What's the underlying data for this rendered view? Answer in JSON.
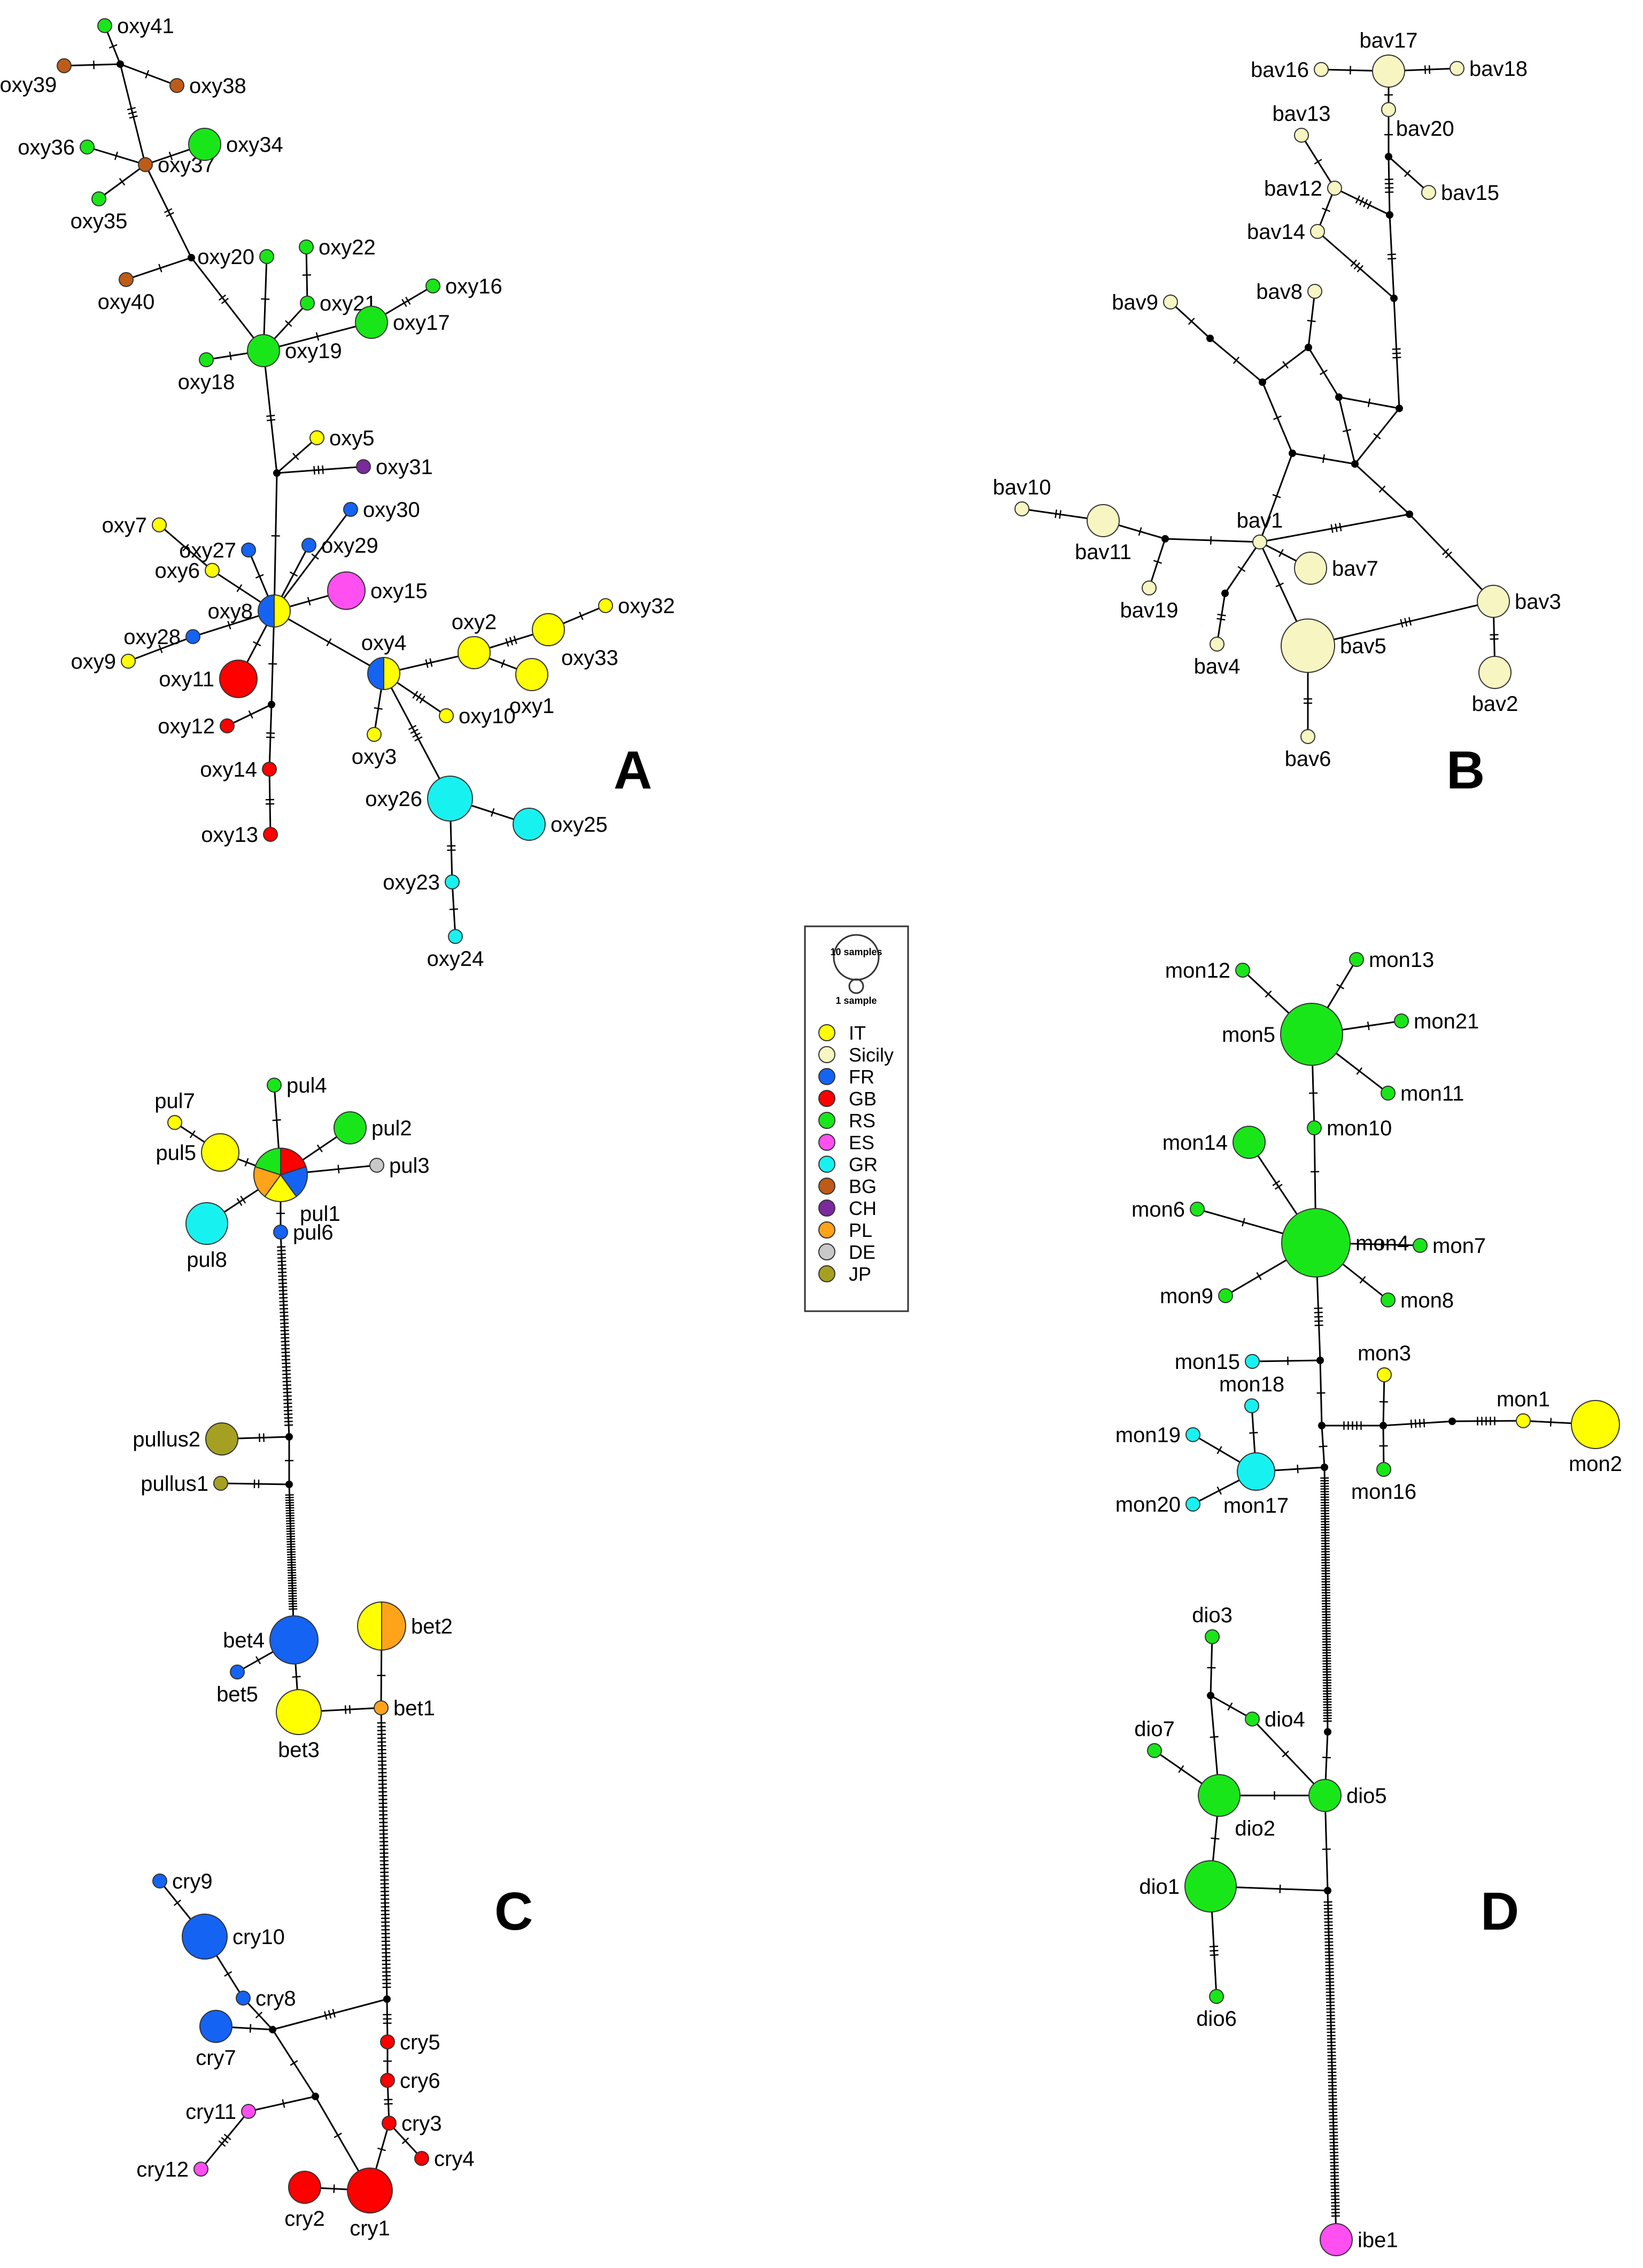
{
  "colors": {
    "IT": "#ffff00",
    "Sicily": "#f7f6c2",
    "FR": "#1463f3",
    "GB": "#ff0000",
    "RS": "#19e619",
    "ES": "#ff4ff0",
    "GR": "#17f2f0",
    "BG": "#be5b18",
    "CH": "#7a2a9c",
    "PL": "#ffa31a",
    "DE": "#c8c8c8",
    "JP": "#a6a022",
    "median": "#000000"
  },
  "legend": {
    "size_big": "10 samples",
    "size_small": "1 sample",
    "entries": [
      {
        "key": "IT",
        "label": "IT"
      },
      {
        "key": "Sicily",
        "label": "Sicily"
      },
      {
        "key": "FR",
        "label": "FR"
      },
      {
        "key": "GB",
        "label": "GB"
      },
      {
        "key": "RS",
        "label": "RS"
      },
      {
        "key": "ES",
        "label": "ES"
      },
      {
        "key": "GR",
        "label": "GR"
      },
      {
        "key": "BG",
        "label": "BG"
      },
      {
        "key": "CH",
        "label": "CH"
      },
      {
        "key": "PL",
        "label": "PL"
      },
      {
        "key": "DE",
        "label": "DE"
      },
      {
        "key": "JP",
        "label": "JP"
      }
    ]
  },
  "panels": [
    {
      "letter": "A",
      "nodes": [
        {
          "id": "oxy41",
          "label": "oxy41",
          "n": 1,
          "colors": [
            "RS"
          ]
        },
        {
          "id": "oxy39",
          "label": "oxy39",
          "n": 1,
          "colors": [
            "BG"
          ]
        },
        {
          "id": "oxy38",
          "label": "oxy38",
          "n": 1,
          "colors": [
            "BG"
          ]
        },
        {
          "id": "oxy36",
          "label": "oxy36",
          "n": 1,
          "colors": [
            "RS"
          ]
        },
        {
          "id": "oxy37",
          "label": "oxy37",
          "n": 1,
          "colors": [
            "BG"
          ]
        },
        {
          "id": "oxy34",
          "label": "oxy34",
          "n": 2,
          "colors": [
            "RS"
          ]
        },
        {
          "id": "oxy35",
          "label": "oxy35",
          "n": 1,
          "colors": [
            "RS"
          ]
        },
        {
          "id": "oxy40",
          "label": "oxy40",
          "n": 1,
          "colors": [
            "BG"
          ]
        },
        {
          "id": "oxy20",
          "label": "oxy20",
          "n": 1,
          "colors": [
            "RS"
          ]
        },
        {
          "id": "oxy22",
          "label": "oxy22",
          "n": 1,
          "colors": [
            "RS"
          ]
        },
        {
          "id": "oxy21",
          "label": "oxy21",
          "n": 1,
          "colors": [
            "RS"
          ]
        },
        {
          "id": "oxy16",
          "label": "oxy16",
          "n": 1,
          "colors": [
            "RS"
          ]
        },
        {
          "id": "oxy17",
          "label": "oxy17",
          "n": 2,
          "colors": [
            "RS"
          ]
        },
        {
          "id": "oxy19",
          "label": "oxy19",
          "n": 2,
          "colors": [
            "RS"
          ]
        },
        {
          "id": "oxy18",
          "label": "oxy18",
          "n": 1,
          "colors": [
            "RS"
          ]
        },
        {
          "id": "oxy5",
          "label": "oxy5",
          "n": 1,
          "colors": [
            "IT"
          ]
        },
        {
          "id": "oxy31",
          "label": "oxy31",
          "n": 1,
          "colors": [
            "CH"
          ]
        },
        {
          "id": "oxy30",
          "label": "oxy30",
          "n": 1,
          "colors": [
            "FR"
          ]
        },
        {
          "id": "oxy7",
          "label": "oxy7",
          "n": 1,
          "colors": [
            "IT"
          ]
        },
        {
          "id": "oxy27",
          "label": "oxy27",
          "n": 1,
          "colors": [
            "FR"
          ]
        },
        {
          "id": "oxy29",
          "label": "oxy29",
          "n": 1,
          "colors": [
            "FR"
          ]
        },
        {
          "id": "oxy6",
          "label": "oxy6",
          "n": 1,
          "colors": [
            "IT"
          ]
        },
        {
          "id": "oxy15",
          "label": "oxy15",
          "n": 3,
          "colors": [
            "ES"
          ]
        },
        {
          "id": "oxy8",
          "label": "oxy8",
          "n": 2,
          "colors": [
            "IT",
            "FR"
          ]
        },
        {
          "id": "oxy28",
          "label": "oxy28",
          "n": 1,
          "colors": [
            "FR"
          ]
        },
        {
          "id": "oxy9",
          "label": "oxy9",
          "n": 1,
          "colors": [
            "IT"
          ]
        },
        {
          "id": "oxy11",
          "label": "oxy11",
          "n": 3,
          "colors": [
            "GB"
          ]
        },
        {
          "id": "oxy12",
          "label": "oxy12",
          "n": 1,
          "colors": [
            "GB"
          ]
        },
        {
          "id": "oxy14",
          "label": "oxy14",
          "n": 1,
          "colors": [
            "GB"
          ]
        },
        {
          "id": "oxy13",
          "label": "oxy13",
          "n": 1,
          "colors": [
            "GB"
          ]
        },
        {
          "id": "oxy4",
          "label": "oxy4",
          "n": 2,
          "colors": [
            "IT",
            "FR"
          ]
        },
        {
          "id": "oxy2",
          "label": "oxy2",
          "n": 2,
          "colors": [
            "IT"
          ]
        },
        {
          "id": "oxy32",
          "label": "oxy32",
          "n": 1,
          "colors": [
            "IT"
          ]
        },
        {
          "id": "oxy33",
          "label": "oxy33",
          "n": 2,
          "colors": [
            "IT"
          ]
        },
        {
          "id": "oxy1",
          "label": "oxy1",
          "n": 2,
          "colors": [
            "IT"
          ]
        },
        {
          "id": "oxy10",
          "label": "oxy10",
          "n": 1,
          "colors": [
            "IT"
          ]
        },
        {
          "id": "oxy3",
          "label": "oxy3",
          "n": 1,
          "colors": [
            "IT"
          ]
        },
        {
          "id": "oxy26",
          "label": "oxy26",
          "n": 5,
          "colors": [
            "GR"
          ]
        },
        {
          "id": "oxy25",
          "label": "oxy25",
          "n": 2,
          "colors": [
            "GR"
          ]
        },
        {
          "id": "oxy23",
          "label": "oxy23",
          "n": 1,
          "colors": [
            "GR"
          ]
        },
        {
          "id": "oxy24",
          "label": "oxy24",
          "n": 1,
          "colors": [
            "GR"
          ]
        }
      ]
    },
    {
      "letter": "B",
      "nodes": [
        {
          "id": "bav16",
          "label": "bav16",
          "n": 1,
          "colors": [
            "Sicily"
          ]
        },
        {
          "id": "bav17",
          "label": "bav17",
          "n": 2,
          "colors": [
            "Sicily"
          ]
        },
        {
          "id": "bav18",
          "label": "bav18",
          "n": 1,
          "colors": [
            "Sicily"
          ]
        },
        {
          "id": "bav20",
          "label": "bav20",
          "n": 1,
          "colors": [
            "Sicily"
          ]
        },
        {
          "id": "bav13",
          "label": "bav13",
          "n": 1,
          "colors": [
            "Sicily"
          ]
        },
        {
          "id": "bav12",
          "label": "bav12",
          "n": 1,
          "colors": [
            "Sicily"
          ]
        },
        {
          "id": "bav15",
          "label": "bav15",
          "n": 1,
          "colors": [
            "Sicily"
          ]
        },
        {
          "id": "bav14",
          "label": "bav14",
          "n": 1,
          "colors": [
            "Sicily"
          ]
        },
        {
          "id": "bav9",
          "label": "bav9",
          "n": 1,
          "colors": [
            "Sicily"
          ]
        },
        {
          "id": "bav8",
          "label": "bav8",
          "n": 1,
          "colors": [
            "Sicily"
          ]
        },
        {
          "id": "bav10",
          "label": "bav10",
          "n": 1,
          "colors": [
            "Sicily"
          ]
        },
        {
          "id": "bav11",
          "label": "bav11",
          "n": 2,
          "colors": [
            "Sicily"
          ]
        },
        {
          "id": "bav1",
          "label": "bav1",
          "n": 1,
          "colors": [
            "Sicily"
          ]
        },
        {
          "id": "bav7",
          "label": "bav7",
          "n": 2,
          "colors": [
            "Sicily"
          ]
        },
        {
          "id": "bav19",
          "label": "bav19",
          "n": 1,
          "colors": [
            "Sicily"
          ]
        },
        {
          "id": "bav3",
          "label": "bav3",
          "n": 2,
          "colors": [
            "Sicily"
          ]
        },
        {
          "id": "bav4",
          "label": "bav4",
          "n": 1,
          "colors": [
            "Sicily"
          ]
        },
        {
          "id": "bav5",
          "label": "bav5",
          "n": 8,
          "colors": [
            "Sicily"
          ]
        },
        {
          "id": "bav2",
          "label": "bav2",
          "n": 2,
          "colors": [
            "Sicily"
          ]
        },
        {
          "id": "bav6",
          "label": "bav6",
          "n": 1,
          "colors": [
            "Sicily"
          ]
        }
      ]
    },
    {
      "letter": "C",
      "nodes": [
        {
          "id": "pul7",
          "label": "pul7",
          "n": 1,
          "colors": [
            "IT"
          ]
        },
        {
          "id": "pul4",
          "label": "pul4",
          "n": 1,
          "colors": [
            "RS"
          ]
        },
        {
          "id": "pul2",
          "label": "pul2",
          "n": 2,
          "colors": [
            "RS"
          ]
        },
        {
          "id": "pul5",
          "label": "pul5",
          "n": 3,
          "colors": [
            "IT"
          ]
        },
        {
          "id": "pul3",
          "label": "pul3",
          "n": 1,
          "colors": [
            "DE"
          ]
        },
        {
          "id": "pul1",
          "label": "pul1",
          "n": 8,
          "colors": [
            "GB",
            "FR",
            "IT",
            "PL",
            "RS"
          ]
        },
        {
          "id": "pul8",
          "label": "pul8",
          "n": 4,
          "colors": [
            "GR"
          ]
        },
        {
          "id": "pul6",
          "label": "pul6",
          "n": 1,
          "colors": [
            "FR"
          ]
        },
        {
          "id": "pullus2",
          "label": "pullus2",
          "n": 2,
          "colors": [
            "JP"
          ]
        },
        {
          "id": "pullus1",
          "label": "pullus1",
          "n": 1,
          "colors": [
            "JP"
          ]
        },
        {
          "id": "bet4",
          "label": "bet4",
          "n": 6,
          "colors": [
            "FR"
          ]
        },
        {
          "id": "bet2",
          "label": "bet2",
          "n": 6,
          "colors": [
            "PL",
            "IT"
          ]
        },
        {
          "id": "bet5",
          "label": "bet5",
          "n": 1,
          "colors": [
            "FR"
          ]
        },
        {
          "id": "bet3",
          "label": "bet3",
          "n": 5,
          "colors": [
            "IT"
          ]
        },
        {
          "id": "bet1",
          "label": "bet1",
          "n": 1,
          "colors": [
            "PL"
          ]
        },
        {
          "id": "cry9",
          "label": "cry9",
          "n": 1,
          "colors": [
            "FR"
          ]
        },
        {
          "id": "cry10",
          "label": "cry10",
          "n": 5,
          "colors": [
            "FR"
          ]
        },
        {
          "id": "cry8",
          "label": "cry8",
          "n": 1,
          "colors": [
            "FR"
          ]
        },
        {
          "id": "cry7",
          "label": "cry7",
          "n": 2,
          "colors": [
            "FR"
          ]
        },
        {
          "id": "cry5",
          "label": "cry5",
          "n": 1,
          "colors": [
            "GB"
          ]
        },
        {
          "id": "cry6",
          "label": "cry6",
          "n": 1,
          "colors": [
            "GB"
          ]
        },
        {
          "id": "cry11",
          "label": "cry11",
          "n": 1,
          "colors": [
            "ES"
          ]
        },
        {
          "id": "cry3",
          "label": "cry3",
          "n": 1,
          "colors": [
            "GB"
          ]
        },
        {
          "id": "cry4",
          "label": "cry4",
          "n": 1,
          "colors": [
            "GB"
          ]
        },
        {
          "id": "cry12",
          "label": "cry12",
          "n": 1,
          "colors": [
            "ES"
          ]
        },
        {
          "id": "cry2",
          "label": "cry2",
          "n": 2,
          "colors": [
            "GB"
          ]
        },
        {
          "id": "cry1",
          "label": "cry1",
          "n": 5,
          "colors": [
            "GB"
          ]
        }
      ]
    },
    {
      "letter": "D",
      "nodes": [
        {
          "id": "mon12",
          "label": "mon12",
          "n": 1,
          "colors": [
            "RS"
          ]
        },
        {
          "id": "mon13",
          "label": "mon13",
          "n": 1,
          "colors": [
            "RS"
          ]
        },
        {
          "id": "mon5",
          "label": "mon5",
          "n": 12,
          "colors": [
            "RS"
          ]
        },
        {
          "id": "mon21",
          "label": "mon21",
          "n": 1,
          "colors": [
            "RS"
          ]
        },
        {
          "id": "mon11",
          "label": "mon11",
          "n": 1,
          "colors": [
            "RS"
          ]
        },
        {
          "id": "mon10",
          "label": "mon10",
          "n": 1,
          "colors": [
            "RS"
          ]
        },
        {
          "id": "mon14",
          "label": "mon14",
          "n": 2,
          "colors": [
            "RS"
          ]
        },
        {
          "id": "mon4",
          "label": "mon4",
          "n": 15,
          "colors": [
            "RS"
          ]
        },
        {
          "id": "mon6",
          "label": "mon6",
          "n": 1,
          "colors": [
            "RS"
          ]
        },
        {
          "id": "mon7",
          "label": "mon7",
          "n": 1,
          "colors": [
            "RS"
          ]
        },
        {
          "id": "mon9",
          "label": "mon9",
          "n": 1,
          "colors": [
            "RS"
          ]
        },
        {
          "id": "mon8",
          "label": "mon8",
          "n": 1,
          "colors": [
            "RS"
          ]
        },
        {
          "id": "mon15",
          "label": "mon15",
          "n": 1,
          "colors": [
            "GR"
          ]
        },
        {
          "id": "mon3",
          "label": "mon3",
          "n": 1,
          "colors": [
            "IT"
          ]
        },
        {
          "id": "mon18",
          "label": "mon18",
          "n": 1,
          "colors": [
            "GR"
          ]
        },
        {
          "id": "mon1",
          "label": "mon1",
          "n": 1,
          "colors": [
            "IT"
          ]
        },
        {
          "id": "mon2",
          "label": "mon2",
          "n": 6,
          "colors": [
            "IT"
          ]
        },
        {
          "id": "mon19",
          "label": "mon19",
          "n": 1,
          "colors": [
            "GR"
          ]
        },
        {
          "id": "mon17",
          "label": "mon17",
          "n": 3,
          "colors": [
            "GR"
          ]
        },
        {
          "id": "mon16",
          "label": "mon16",
          "n": 1,
          "colors": [
            "RS"
          ]
        },
        {
          "id": "mon20",
          "label": "mon20",
          "n": 1,
          "colors": [
            "GR"
          ]
        },
        {
          "id": "dio3",
          "label": "dio3",
          "n": 1,
          "colors": [
            "RS"
          ]
        },
        {
          "id": "dio4",
          "label": "dio4",
          "n": 1,
          "colors": [
            "RS"
          ]
        },
        {
          "id": "dio7",
          "label": "dio7",
          "n": 1,
          "colors": [
            "RS"
          ]
        },
        {
          "id": "dio2",
          "label": "dio2",
          "n": 4,
          "colors": [
            "RS"
          ]
        },
        {
          "id": "dio5",
          "label": "dio5",
          "n": 2,
          "colors": [
            "RS"
          ]
        },
        {
          "id": "dio1",
          "label": "dio1",
          "n": 7,
          "colors": [
            "RS"
          ]
        },
        {
          "id": "dio6",
          "label": "dio6",
          "n": 1,
          "colors": [
            "RS"
          ]
        },
        {
          "id": "ibe1",
          "label": "ibe1",
          "n": 2,
          "colors": [
            "ES"
          ]
        }
      ]
    }
  ]
}
